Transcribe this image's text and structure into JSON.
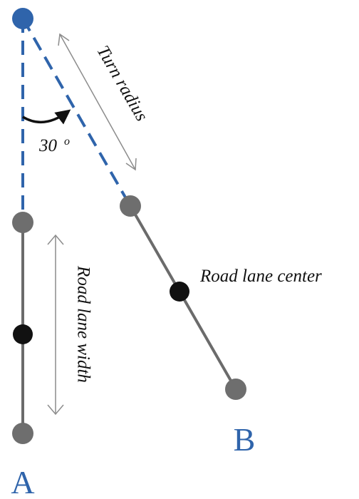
{
  "diagram": {
    "labels": {
      "turn_radius": "Turn radius",
      "angle": "30",
      "angle_unit": "o",
      "road_lane_center": "Road lane center",
      "road_lane_width": "Road lane width",
      "point_a": "A",
      "point_b": "B"
    },
    "angle_degrees": 30,
    "colors": {
      "pivot": "#2f64ab",
      "dashed_line": "#2f64ab",
      "lane_line": "#6b6b6b",
      "end_point": "#6e6e6e",
      "center_point": "#111111",
      "arrow": "#8c8c8c",
      "curved_arrow": "#111111",
      "text": "#111111",
      "point_label": "#2f64ab"
    }
  }
}
